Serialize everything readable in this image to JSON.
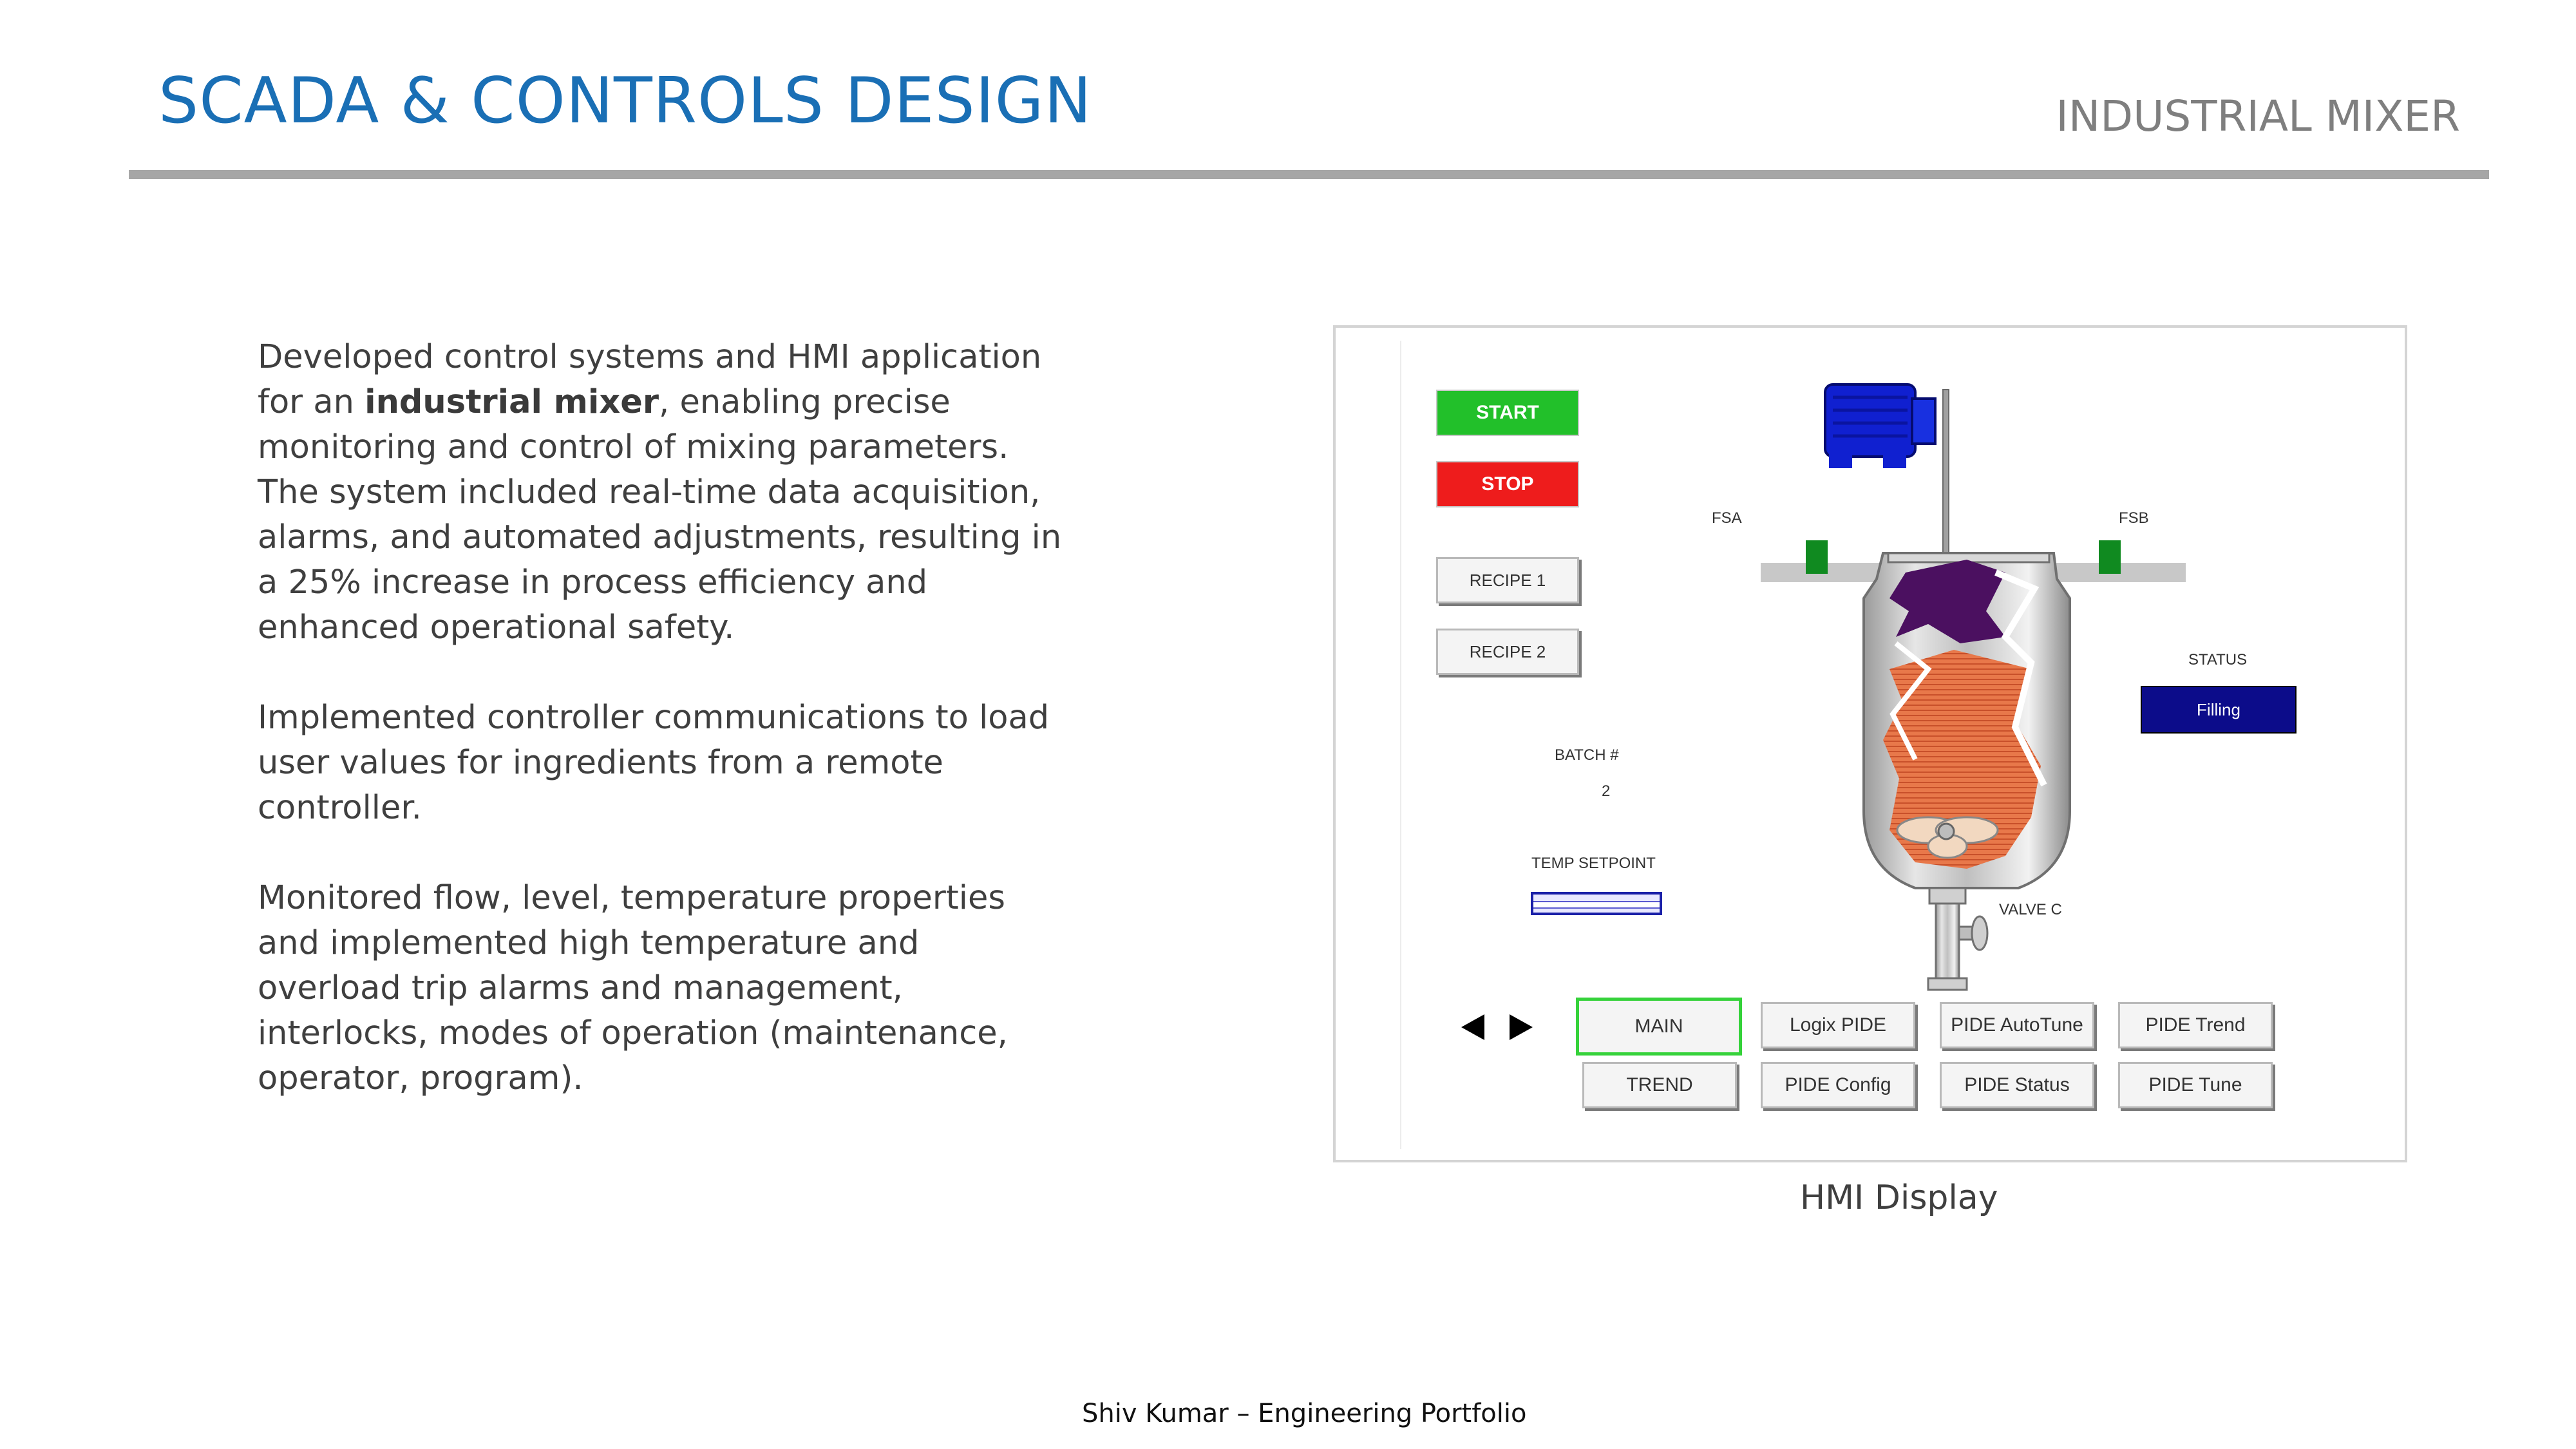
{
  "header": {
    "title": "SCADA & CONTROLS DESIGN",
    "subtitle": "INDUSTRIAL MIXER"
  },
  "body": {
    "p1_before": "Developed control systems and HMI application for an ",
    "p1_bold": "industrial mixer",
    "p1_after": ", enabling precise monitoring and control of mixing parameters. The system included real-time data acquisition, alarms, and automated adjustments, resulting in a 25% increase in process efficiency and enhanced operational safety.",
    "p2": "Implemented controller communications to load user values for ingredients from a remote controller.",
    "p3": "Monitored flow, level, temperature properties and implemented high temperature and overload trip alarms and management, interlocks, modes of operation (maintenance, operator, program)."
  },
  "hmi": {
    "start_label": "START",
    "stop_label": "STOP",
    "recipe1_label": "RECIPE 1",
    "recipe2_label": "RECIPE 2",
    "batch_label": "BATCH #",
    "batch_value": "2",
    "temp_setpoint_label": "TEMP SETPOINT",
    "fsa_label": "FSA",
    "fsb_label": "FSB",
    "valve_label": "VALVE C",
    "status_label": "STATUS",
    "status_value": "Filling",
    "nav_buttons": [
      "MAIN",
      "Logix PIDE",
      "PIDE AutoTune",
      "PIDE Trend",
      "TREND",
      "PIDE Config",
      "PIDE Status",
      "PIDE Tune"
    ],
    "active_tab": "MAIN",
    "colors": {
      "start": "#22c02a",
      "stop": "#ee1c1c",
      "status_bg": "#0c0c8a",
      "motor": "#1020d0",
      "liquid": "#e8784a",
      "solid": "#4b1060",
      "flow_switch": "#108a20"
    }
  },
  "caption": "HMI Display",
  "footer": "Shiv Kumar – Engineering Portfolio"
}
